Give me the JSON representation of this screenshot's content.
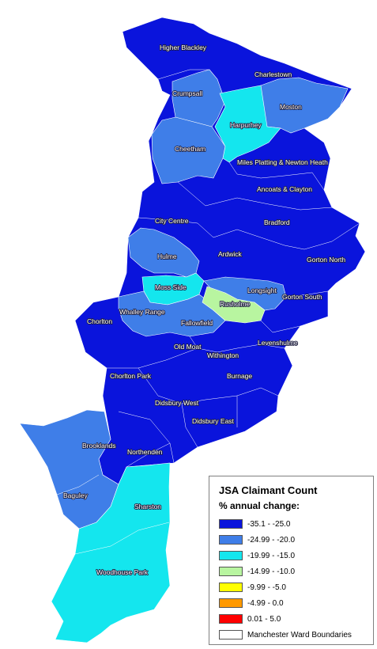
{
  "colors": {
    "dark_blue": "#0a14dc",
    "mid_blue": "#3f7ee8",
    "cyan": "#14e6ee",
    "light_green": "#b8f5a0",
    "yellow": "#ffff00",
    "orange": "#ff9900",
    "red": "#ff0000",
    "white": "#ffffff"
  },
  "wards": [
    {
      "name": "Higher Blackley"
    },
    {
      "name": "Charlestown"
    },
    {
      "name": "Crumpsall"
    },
    {
      "name": "Harpurhey"
    },
    {
      "name": "Moston"
    },
    {
      "name": "Cheetham"
    },
    {
      "name": "Miles Platting & Newton Heath"
    },
    {
      "name": "Ancoats & Clayton"
    },
    {
      "name": "City Centre"
    },
    {
      "name": "Bradford"
    },
    {
      "name": "Hulme"
    },
    {
      "name": "Ardwick"
    },
    {
      "name": "Gorton North"
    },
    {
      "name": "Moss Side"
    },
    {
      "name": "Longsight"
    },
    {
      "name": "Rusholme"
    },
    {
      "name": "Gorton South"
    },
    {
      "name": "Chorlton"
    },
    {
      "name": "Whalley Range"
    },
    {
      "name": "Fallowfield"
    },
    {
      "name": "Old Moat"
    },
    {
      "name": "Withington"
    },
    {
      "name": "Levenshulme"
    },
    {
      "name": "Chorlton Park"
    },
    {
      "name": "Burnage"
    },
    {
      "name": "Didsbury West"
    },
    {
      "name": "Didsbury East"
    },
    {
      "name": "Brooklands"
    },
    {
      "name": "Northenden"
    },
    {
      "name": "Baguley"
    },
    {
      "name": "Sharston"
    },
    {
      "name": "Woodhouse Park"
    }
  ],
  "legend": {
    "title": "JSA Claimant Count",
    "subtitle": "% annual change:",
    "items": [
      {
        "label": "-35.1 - -25.0",
        "color": "#0a14dc"
      },
      {
        "label": "-24.99 - -20.0",
        "color": "#3f7ee8"
      },
      {
        "label": "-19.99 - -15.0",
        "color": "#14e6ee"
      },
      {
        "label": "-14.99 - -10.0",
        "color": "#b8f5a0"
      },
      {
        "label": "-9.99 - -5.0",
        "color": "#ffff00"
      },
      {
        "label": "-4.99 - 0.0",
        "color": "#ff9900"
      },
      {
        "label": "0.01 - 5.0",
        "color": "#ff0000"
      },
      {
        "label": "Manchester Ward Boundaries",
        "color": "#ffffff"
      }
    ]
  }
}
